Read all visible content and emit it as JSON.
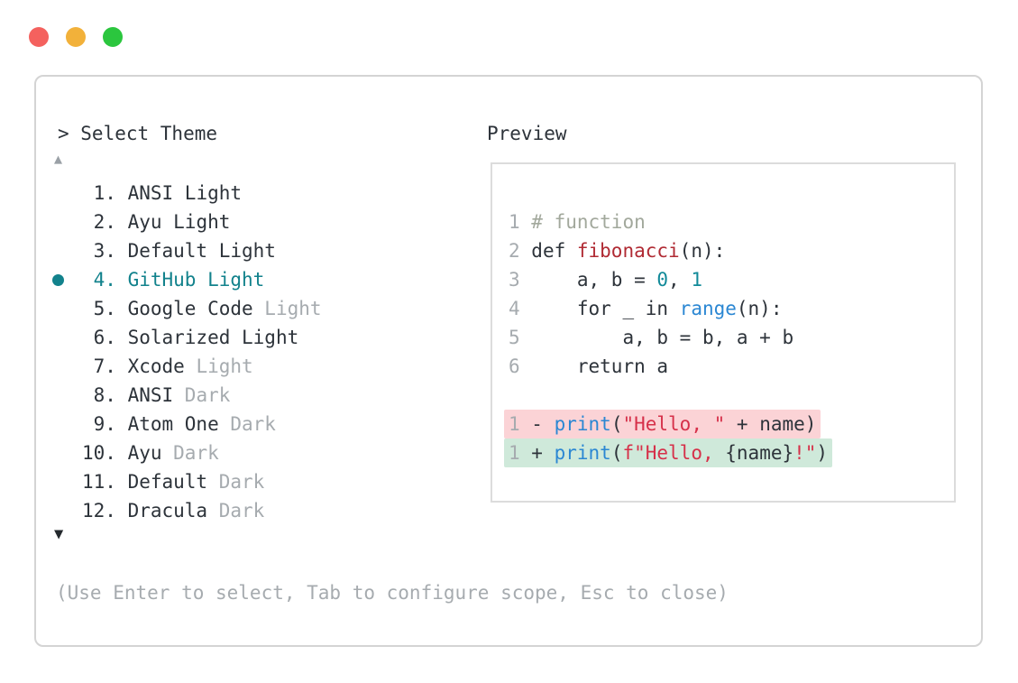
{
  "colors": {
    "dot_red": "#f4615e",
    "dot_yellow": "#f2b13a",
    "dot_green": "#2bc63e",
    "text": "#2d333a",
    "muted": "#a6abaf",
    "teal": "#12828c",
    "comment": "#a2a89c",
    "func_red": "#b02a33",
    "str_red": "#d63049",
    "call_blue": "#2b87d3",
    "num_teal": "#128a99",
    "removed_bg": "#fbd3d6",
    "added_bg": "#cfe9da",
    "panel_border": "#d4d4d4",
    "box_border": "#dcdcdc"
  },
  "window": {
    "dots": [
      {
        "name": "close",
        "color_key": "dot_red"
      },
      {
        "name": "minimize",
        "color_key": "dot_yellow"
      },
      {
        "name": "zoom",
        "color_key": "dot_green"
      }
    ]
  },
  "picker": {
    "title": "> Select Theme",
    "scroll_up": "▲",
    "scroll_down": "▼",
    "items": [
      {
        "number": "1.",
        "name": "ANSI",
        "variant": "Light",
        "variant_muted": false,
        "selected": false
      },
      {
        "number": "2.",
        "name": "Ayu",
        "variant": "Light",
        "variant_muted": false,
        "selected": false
      },
      {
        "number": "3.",
        "name": "Default",
        "variant": "Light",
        "variant_muted": false,
        "selected": false
      },
      {
        "number": "4.",
        "name": "GitHub",
        "variant": "Light",
        "variant_muted": false,
        "selected": true
      },
      {
        "number": "5.",
        "name": "Google Code",
        "variant": "Light",
        "variant_muted": true,
        "selected": false
      },
      {
        "number": "6.",
        "name": "Solarized",
        "variant": "Light",
        "variant_muted": false,
        "selected": false
      },
      {
        "number": "7.",
        "name": "Xcode",
        "variant": "Light",
        "variant_muted": true,
        "selected": false
      },
      {
        "number": "8.",
        "name": "ANSI",
        "variant": "Dark",
        "variant_muted": true,
        "selected": false
      },
      {
        "number": "9.",
        "name": "Atom One",
        "variant": "Dark",
        "variant_muted": true,
        "selected": false
      },
      {
        "number": "10.",
        "name": "Ayu",
        "variant": "Dark",
        "variant_muted": true,
        "selected": false
      },
      {
        "number": "11.",
        "name": "Default",
        "variant": "Dark",
        "variant_muted": true,
        "selected": false
      },
      {
        "number": "12.",
        "name": "Dracula",
        "variant": "Dark",
        "variant_muted": true,
        "selected": false
      }
    ],
    "hint": "(Use Enter to select, Tab to configure scope, Esc to close)"
  },
  "preview": {
    "title": "Preview",
    "code_lines": [
      {
        "number": "1",
        "diff": "",
        "tokens": [
          {
            "text": "# function",
            "style": "comment"
          }
        ]
      },
      {
        "number": "2",
        "diff": "",
        "tokens": [
          {
            "text": "def ",
            "style": "plain"
          },
          {
            "text": "fibonacci",
            "style": "func"
          },
          {
            "text": "(n):",
            "style": "plain"
          }
        ]
      },
      {
        "number": "3",
        "diff": "",
        "tokens": [
          {
            "text": "    a, b = ",
            "style": "plain"
          },
          {
            "text": "0",
            "style": "num"
          },
          {
            "text": ", ",
            "style": "plain"
          },
          {
            "text": "1",
            "style": "num"
          }
        ]
      },
      {
        "number": "4",
        "diff": "",
        "tokens": [
          {
            "text": "    for _ in ",
            "style": "plain"
          },
          {
            "text": "range",
            "style": "call"
          },
          {
            "text": "(n):",
            "style": "plain"
          }
        ]
      },
      {
        "number": "5",
        "diff": "",
        "tokens": [
          {
            "text": "        a, b = b, a + b",
            "style": "plain"
          }
        ]
      },
      {
        "number": "6",
        "diff": "",
        "tokens": [
          {
            "text": "    return a",
            "style": "plain"
          }
        ]
      },
      {
        "number": "",
        "diff": "",
        "tokens": []
      },
      {
        "number": "1",
        "diff": "removed",
        "tokens": [
          {
            "text": "- ",
            "style": "plain"
          },
          {
            "text": "print",
            "style": "call"
          },
          {
            "text": "(",
            "style": "plain"
          },
          {
            "text": "\"Hello, \"",
            "style": "str"
          },
          {
            "text": " + name)",
            "style": "plain"
          }
        ]
      },
      {
        "number": "1",
        "diff": "added",
        "tokens": [
          {
            "text": "+ ",
            "style": "plain"
          },
          {
            "text": "print",
            "style": "call"
          },
          {
            "text": "(",
            "style": "plain"
          },
          {
            "text": "f\"Hello, ",
            "style": "str"
          },
          {
            "text": "{name}",
            "style": "plain"
          },
          {
            "text": "!\"",
            "style": "str"
          },
          {
            "text": ")",
            "style": "plain"
          }
        ]
      }
    ]
  }
}
